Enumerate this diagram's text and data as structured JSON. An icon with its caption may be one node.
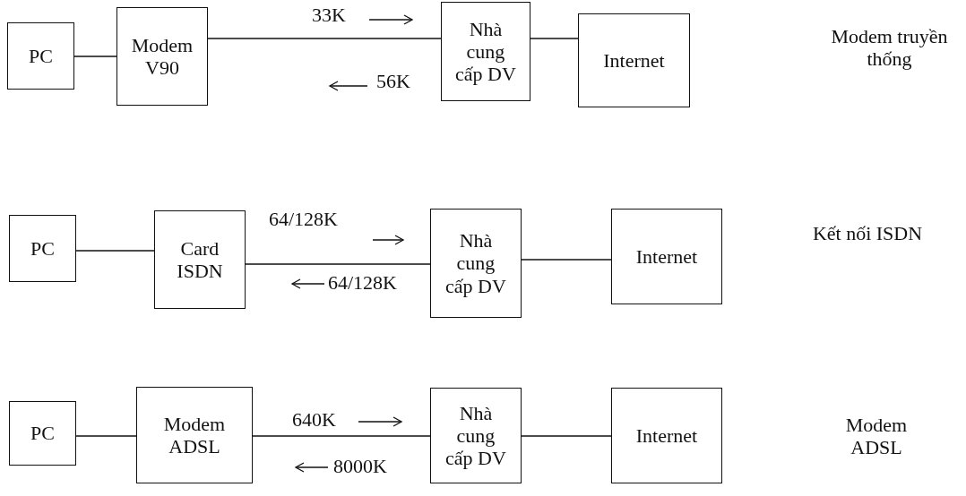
{
  "diagram": {
    "nodes": [
      {
        "text": [
          "PC"
        ]
      },
      {
        "text": [
          "Modem V90"
        ]
      },
      {
        "text": [
          "Nhà cung cấp DV"
        ]
      },
      {
        "text": [
          "Internet"
        ]
      },
      {
        "text": [
          "PC"
        ]
      },
      {
        "text": [
          "Card ISDN"
        ]
      },
      {
        "text": [
          "Nhà cung cấp DV"
        ]
      },
      {
        "text": [
          "Internet"
        ]
      },
      {
        "text": [
          "PC"
        ]
      },
      {
        "text": [
          "Modem ADSL"
        ]
      },
      {
        "text": [
          "Nhà cung cấp DV"
        ]
      },
      {
        "text": [
          "Internet"
        ]
      }
    ],
    "edges": [
      {
        "from": 0,
        "to": 1,
        "arrow": "none"
      },
      {
        "from": 1,
        "to": 2,
        "arrow": "none"
      },
      {
        "from": 2,
        "to": 3,
        "arrow": "none"
      },
      {
        "from": 4,
        "to": 5,
        "arrow": "none"
      },
      {
        "from": 5,
        "to": 6,
        "arrow": "none"
      },
      {
        "from": 6,
        "to": 7,
        "arrow": "none"
      },
      {
        "from": 8,
        "to": 9,
        "arrow": "none"
      },
      {
        "from": 9,
        "to": 10,
        "arrow": "none"
      },
      {
        "from": 10,
        "to": 11,
        "arrow": "none"
      }
    ],
    "labels": [
      "33K",
      "Modem truyền thống",
      "56K",
      "64/128K",
      "Kết nối ISDN",
      "64/128K",
      "640K",
      "Modem ADSL",
      "8000K"
    ]
  }
}
